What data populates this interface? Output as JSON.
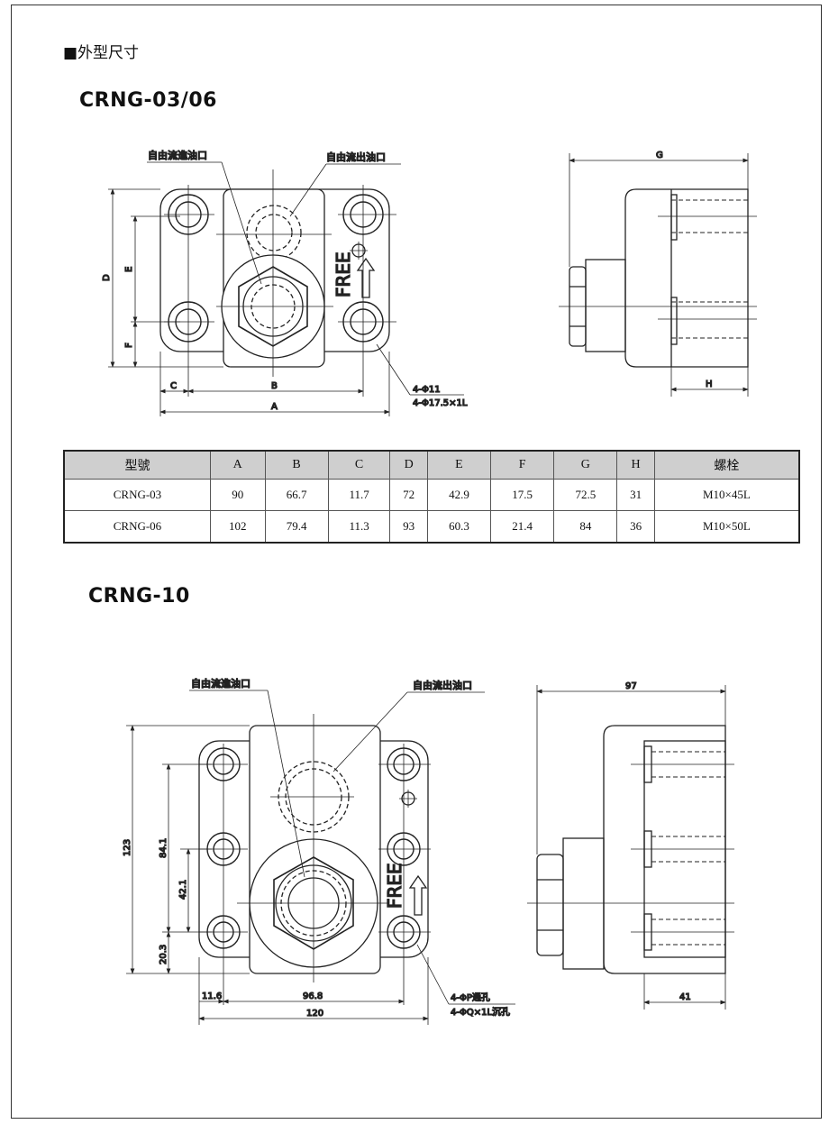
{
  "section_title": "■外型尺寸",
  "model1": {
    "title": "CRNG-03/06",
    "label_in": "自由流進油口",
    "label_out": "自由流出油口",
    "free": "FREE",
    "dims": {
      "D": "D",
      "E": "E",
      "F": "F",
      "C": "C",
      "B": "B",
      "A": "A",
      "G": "G",
      "H": "H"
    },
    "hole1": "4-Φ11",
    "hole2": "4-Φ17.5×1L"
  },
  "table": {
    "headers": [
      "型號",
      "A",
      "B",
      "C",
      "D",
      "E",
      "F",
      "G",
      "H",
      "螺栓"
    ],
    "rows": [
      [
        "CRNG-03",
        "90",
        "66.7",
        "11.7",
        "72",
        "42.9",
        "17.5",
        "72.5",
        "31",
        "M10×45L"
      ],
      [
        "CRNG-06",
        "102",
        "79.4",
        "11.3",
        "93",
        "60.3",
        "21.4",
        "84",
        "36",
        "M10×50L"
      ]
    ]
  },
  "model2": {
    "title": "CRNG-10",
    "label_in": "自由流進油口",
    "label_out": "自由流出油口",
    "free": "FREE",
    "dims": {
      "h123": "123",
      "h841": "84.1",
      "h421": "42.1",
      "h203": "20.3",
      "w116": "11.6",
      "w968": "96.8",
      "w120": "120",
      "w97": "97",
      "w41": "41"
    },
    "hole1": "4-ΦP通孔",
    "hole2": "4-ΦQ×1L沉孔"
  }
}
